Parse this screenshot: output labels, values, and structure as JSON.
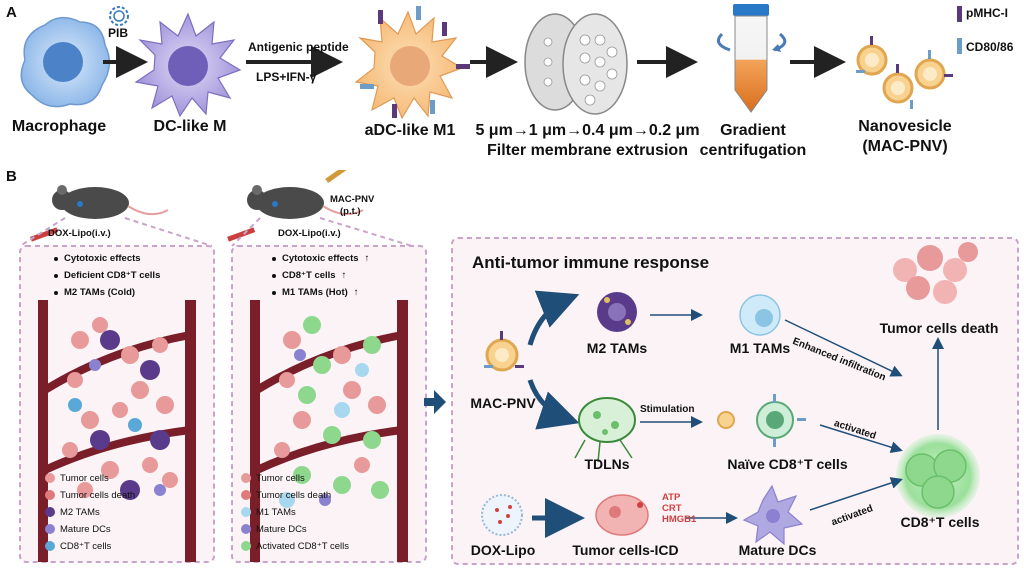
{
  "panel_a": {
    "letter": "A",
    "pib": "PIB",
    "antigenic": "Antigenic peptide",
    "lps": "LPS+IFN-γ",
    "macrophage": "Macrophage",
    "dclike": "DC-like M",
    "adclike": "aDC-like M1",
    "filter_sizes": "5 μm→1 μm→0.4 μm→0.2 μm",
    "filter_caption": "Filter membrane extrusion",
    "gradient_1": "Gradient",
    "gradient_2": "centrifugation",
    "nano_1": "Nanovesicle",
    "nano_2": "(MAC-PNV)",
    "legend_pmhc": "pMHC-I",
    "legend_cd": "CD80/86"
  },
  "panel_b": {
    "letter": "B",
    "left_mouse_label": "DOX-Lipo(i.v.)",
    "right_mouse_label_1": "MAC-PNV",
    "right_mouse_label_2": "(p.t.)",
    "right_mouse_label_3": "DOX-Lipo(i.v.)",
    "left_bullets": [
      "Cytotoxic effects",
      "Deficient CD8⁺T cells",
      "M2 TAMs (Cold)"
    ],
    "right_bullets": [
      "Cytotoxic effects",
      "CD8⁺T cells",
      "M1 TAMs (Hot)"
    ],
    "left_legend": [
      "Tumor cells",
      "Tumor cells death",
      "M2 TAMs",
      "Mature DCs",
      "CD8⁺T cells"
    ],
    "right_legend": [
      "Tumor cells",
      "Tumor cells death",
      "M1 TAMs",
      "Mature DCs",
      "Activated CD8⁺T cells"
    ],
    "immune_title": "Anti-tumor immune response",
    "mac_pnv": "MAC-PNV",
    "m2tams": "M2 TAMs",
    "m1tams": "M1 TAMs",
    "enhanced": "Enhanced infiltration",
    "tumor_death": "Tumor cells death",
    "tdlns": "TDLNs",
    "stimulation": "Stimulation",
    "naive": "Naïve CD8⁺T cells",
    "activated_1": "activated",
    "activated_2": "activated",
    "cd8t": "CD8⁺T cells",
    "doxlipo": "DOX-Lipo",
    "icd": "Tumor cells-ICD",
    "atp": "ATP",
    "crt": "CRT",
    "hmgb1": "HMGB1",
    "mature_dcs": "Mature DCs"
  },
  "colors": {
    "macrophage": "#8ab6e8",
    "dc_like": "#9d8fd8",
    "adc": "#f5b873",
    "vessel": "#7a1f2a",
    "tumor": "#e89a9a",
    "m2": "#5a3a8a",
    "m1": "#a8d8f0",
    "cd8": "#5aa8d8",
    "activated_cd8": "#8ed88e",
    "dashed_border": "#c9a3c9",
    "arrow_blue": "#1f4e79"
  }
}
